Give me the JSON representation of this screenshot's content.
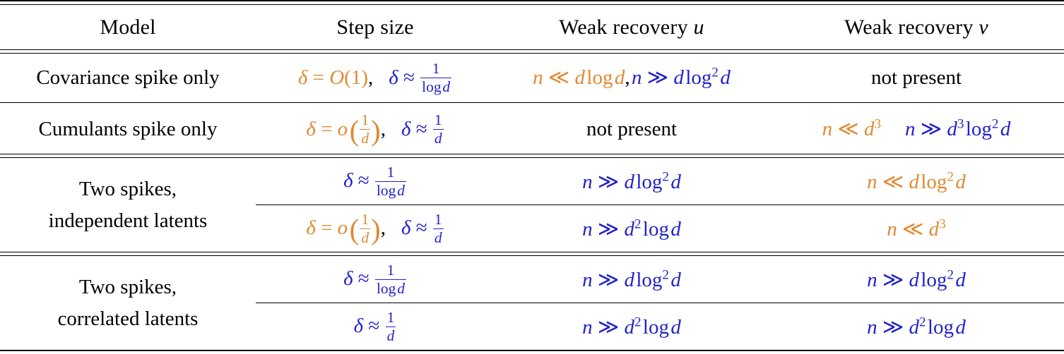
{
  "table": {
    "columns": [
      {
        "key": "model",
        "label": "Model"
      },
      {
        "key": "step_size",
        "label": "Step size"
      },
      {
        "key": "weak_recovery_u",
        "label": "Weak recovery u"
      },
      {
        "key": "weak_recovery_v",
        "label": "Weak recovery v"
      }
    ],
    "colors": {
      "orange": "#E08A33",
      "blue": "#2222CC",
      "black": "#000000"
    },
    "rows": [
      {
        "model": "Covariance spike only",
        "split": false,
        "step_size": "δ = O(1),   δ ≈ 1/log d",
        "weak_recovery_u": "n ≪ d log d, n ≫ d log² d",
        "weak_recovery_v": "not present"
      },
      {
        "model": "Cumulants spike only",
        "split": false,
        "step_size": "δ = o(1/d),   δ ≈ 1/d",
        "weak_recovery_u": "not present",
        "weak_recovery_v": "n ≪ d³   n ≫ d³ log² d"
      },
      {
        "model_line1": "Two spikes,",
        "model_line2": "independent latents",
        "split": true,
        "sub_rows": [
          {
            "step_size": "δ ≈ 1/log d",
            "weak_recovery_u": "n ≫ d log² d",
            "weak_recovery_v": "n ≪ d log² d"
          },
          {
            "step_size": "δ = o(1/d),   δ ≈ 1/d",
            "weak_recovery_u": "n ≫ d² log d",
            "weak_recovery_v": "n ≪ d³"
          }
        ]
      },
      {
        "model_line1": "Two spikes,",
        "model_line2": "correlated latents",
        "split": true,
        "sub_rows": [
          {
            "step_size": "δ ≈ 1/log d",
            "weak_recovery_u": "n ≫ d log² d",
            "weak_recovery_v": "n ≫ d log² d"
          },
          {
            "step_size": "δ ≈ 1/d",
            "weak_recovery_u": "n ≫ d² log d",
            "weak_recovery_v": "n ≫ d² log d"
          }
        ]
      }
    ],
    "literals": {
      "not_present": "not present",
      "delta": "δ",
      "equals": "=",
      "approx": "≈",
      "ll": "≪",
      "gg": "≫",
      "comma": ",",
      "n": "n",
      "d": "d",
      "u": "u",
      "v": "v",
      "one": "1",
      "two": "2",
      "three": "3",
      "log": "log",
      "O": "O",
      "o": "o",
      "lparen": "(",
      "rparen": ")",
      "bigl": "(",
      "bigr": ")",
      "model_line1_sec3": "Two spikes,",
      "model_line2_sec3": "independent latents",
      "model_line1_sec4": "Two spikes,",
      "model_line2_sec4": "correlated latents"
    }
  }
}
